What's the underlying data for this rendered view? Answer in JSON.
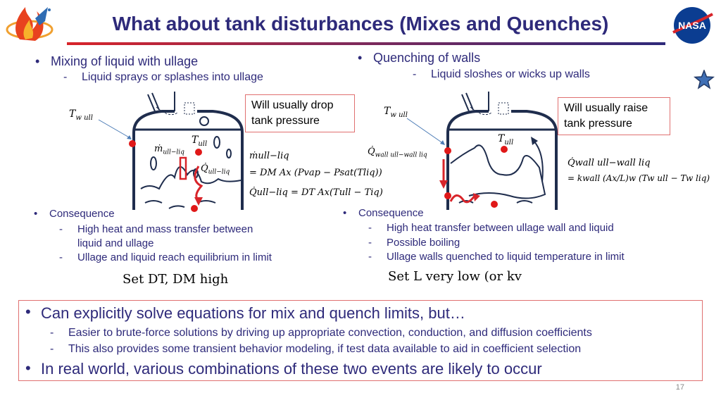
{
  "title": "What about tank disturbances (Mixes and Quenches)",
  "colors": {
    "title": "#2e2a7a",
    "accent_red": "#d8242a",
    "tank": "#1f2d4d",
    "callout_border": "#e07070"
  },
  "logos": {
    "left": "rocket-logo",
    "right": "NASA"
  },
  "left": {
    "bullet1": "Mixing of liquid with ullage",
    "bullet1_sub": "Liquid sprays or splashes into ullage",
    "callout": [
      "Will usually drop",
      "tank pressure"
    ],
    "labels": {
      "tw_ull": "T",
      "tw_ull_sub": "w ull",
      "t_ull": "T",
      "t_ull_sub": "ull",
      "mdot": "ṁ",
      "mdot_sub": "ull−liq",
      "qdot": "Q̇",
      "qdot_sub": "ull−liq"
    },
    "eq1_a": "ṁull−liq",
    "eq1_b": "= DM Ax (Pvap − Psat(Tliq))",
    "eq2": "Q̇ull−liq = DT Ax(Tull − Tiq)",
    "consequence": "Consequence",
    "cons_items": [
      "High heat and mass transfer between",
      "liquid and ullage",
      "Ullage and liquid reach equilibrium in limit"
    ],
    "set_line": "Set DT, DM high"
  },
  "right": {
    "bullet1": "Quenching of walls",
    "bullet1_sub": "Liquid sloshes or wicks up walls",
    "callout": [
      "Will usually raise",
      "tank pressure"
    ],
    "labels": {
      "tw_ull": "T",
      "tw_ull_sub": "w ull",
      "t_ull": "T",
      "t_ull_sub": "ull",
      "qwall": "Q̇",
      "qwall_sub": "wall ull−wall liq"
    },
    "eq1_a": "Q̇wall ull−wall liq",
    "eq1_b": "= kwall (Ax/L)w (Tw ull − Tw liq)",
    "consequence": "Consequence",
    "cons_items": [
      "High heat transfer between ullage wall and liquid",
      "Possible boiling",
      "Ullage walls quenched to liquid temperature in limit"
    ],
    "set_line": "Set L very low (or kv"
  },
  "bottom": {
    "b1": "Can explicitly solve equations for mix and quench limits, but…",
    "b1_subs": [
      "Easier to brute-force solutions by driving up appropriate convection, conduction, and diffusion coefficients",
      "This also provides some transient behavior modeling, if test data available to aid in coefficient selection"
    ],
    "b2": "In real world, various combinations of these two events are likely to occur"
  },
  "slide_number": "17"
}
